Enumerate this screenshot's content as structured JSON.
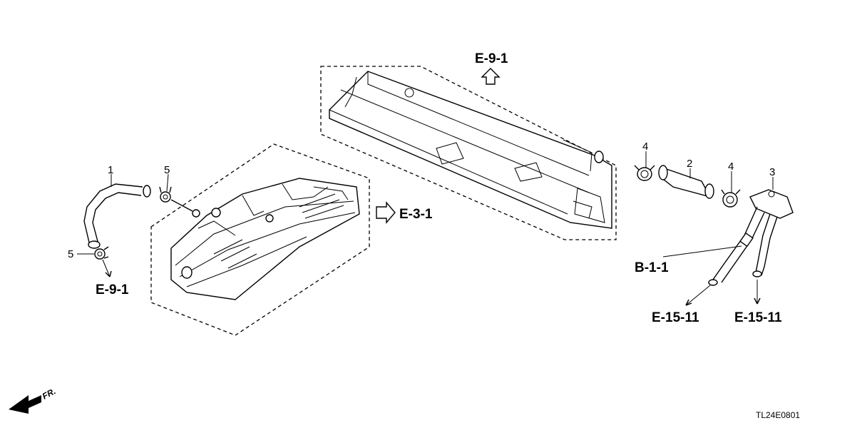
{
  "refs": {
    "e91_top": "E-9-1",
    "e31": "E-3-1",
    "e91_left": "E-9-1",
    "b11": "B-1-1",
    "e1511_left": "E-15-11",
    "e1511_right": "E-15-11"
  },
  "callouts": {
    "part1": "1",
    "part2": "2",
    "part3": "3",
    "part4a": "4",
    "part4b": "4",
    "part5a": "5",
    "part5b": "5"
  },
  "front_marker": "FR.",
  "diagram_code": "TL24E0801"
}
